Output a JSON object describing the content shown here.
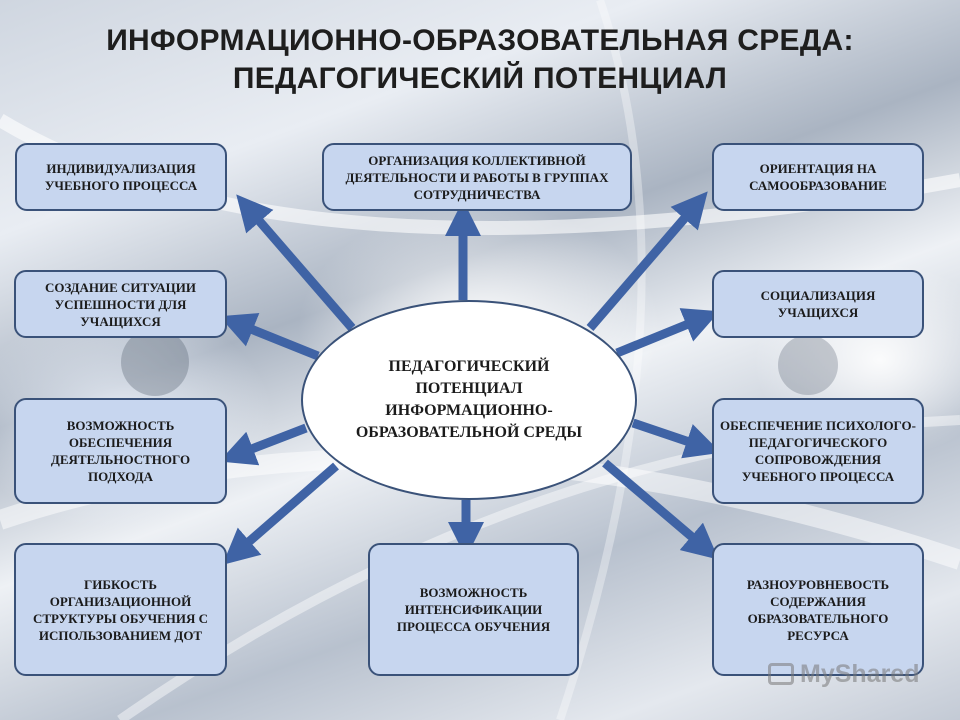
{
  "title": {
    "line1": "ИНФОРМАЦИОННО-ОБРАЗОВАТЕЛЬНАЯ СРЕДА:",
    "line2": "ПЕДАГОГИЧЕСКИЙ ПОТЕНЦИАЛ"
  },
  "center": {
    "label": "ПЕДАГОГИЧЕСКИЙ ПОТЕНЦИАЛ ИНФОРМАЦИОННО-ОБРАЗОВАТЕЛЬНОЙ СРЕДЫ"
  },
  "nodes": [
    {
      "id": "individualization",
      "label": "ИНДИВИДУАЛИЗАЦИЯ УЧЕБНОГО ПРОЦЕССА"
    },
    {
      "id": "collective-work",
      "label": "ОРГАНИЗАЦИЯ КОЛЛЕКТИВНОЙ ДЕЯТЕЛЬНОСТИ И РАБОТЫ В ГРУППАХ СОТРУДНИЧЕСТВА"
    },
    {
      "id": "self-education",
      "label": "ОРИЕНТАЦИЯ НА САМООБРАЗОВАНИЕ"
    },
    {
      "id": "success-situation",
      "label": "СОЗДАНИЕ СИТУАЦИИ УСПЕШНОСТИ ДЛЯ УЧАЩИХСЯ"
    },
    {
      "id": "socialization",
      "label": "СОЦИАЛИЗАЦИЯ УЧАЩИХСЯ"
    },
    {
      "id": "activity-approach",
      "label": "ВОЗМОЖНОСТЬ ОБЕСПЕЧЕНИЯ ДЕЯТЕЛЬНОСТНОГО ПОДХОДА"
    },
    {
      "id": "psych-support",
      "label": "ОБЕСПЕЧЕНИЕ ПСИХОЛОГО-ПЕДАГОГИЧЕСКОГО СОПРОВОЖДЕНИЯ УЧЕБНОГО ПРОЦЕССА"
    },
    {
      "id": "flexibility",
      "label": "ГИБКОСТЬ ОРГАНИЗАЦИОННОЙ СТРУКТУРЫ ОБУЧЕНИЯ С ИСПОЛЬЗОВАНИЕМ ДОТ"
    },
    {
      "id": "intensification",
      "label": "ВОЗМОЖНОСТЬ ИНТЕНСИФИКАЦИИ ПРОЦЕССА ОБУЧЕНИЯ"
    },
    {
      "id": "multilevel",
      "label": "РАЗНОУРОВНЕВОСТЬ СОДЕРЖАНИЯ ОБРАЗОВАТЕЛЬНОГО РЕСУРСА"
    }
  ],
  "colors": {
    "box_fill": "#c7d6ef",
    "box_border": "#3a5279",
    "arrow": "#3f63a5"
  },
  "watermark": "MyShared"
}
